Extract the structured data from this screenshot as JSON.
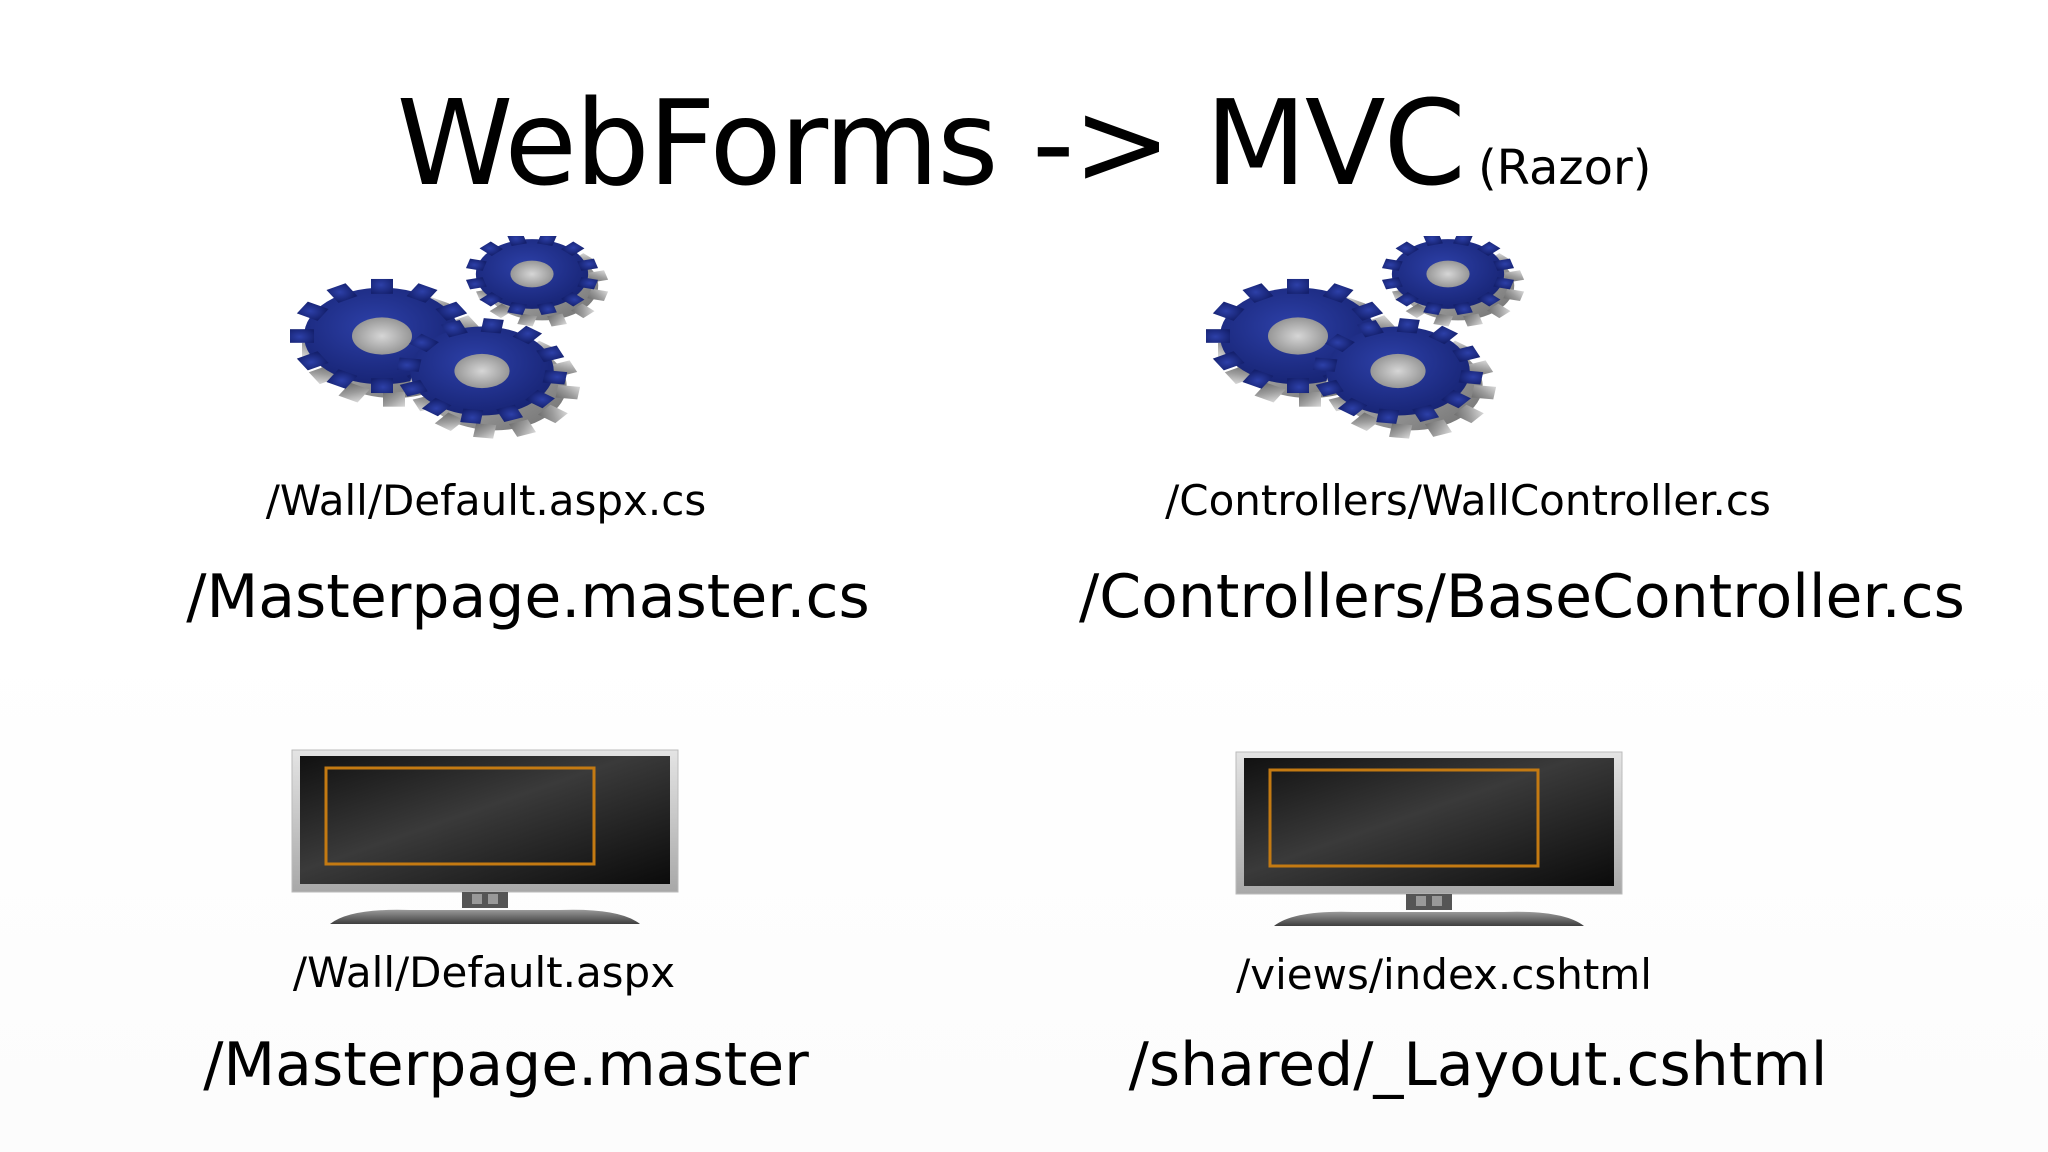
{
  "slide": {
    "title": "WebForms -> MVC",
    "title_suffix": "(Razor)"
  },
  "webforms": {
    "code_behind_page": "/Wall/Default.aspx.cs",
    "code_behind_master": "/Masterpage.master.cs",
    "view_page": "/Wall/Default.aspx",
    "view_master": "/Masterpage.master"
  },
  "mvc": {
    "controller": "/Controllers/WallController.cs",
    "base_controller": "/Controllers/BaseController.cs",
    "view": "/views/index.cshtml",
    "layout": "/shared/_Layout.cshtml"
  },
  "icons": {
    "code": "gears-icon",
    "view": "monitor-icon"
  },
  "colors": {
    "gear_blue": "#1f2f8f",
    "gear_gray": "#9a9a9a",
    "screen_frame": "#c47a12"
  }
}
